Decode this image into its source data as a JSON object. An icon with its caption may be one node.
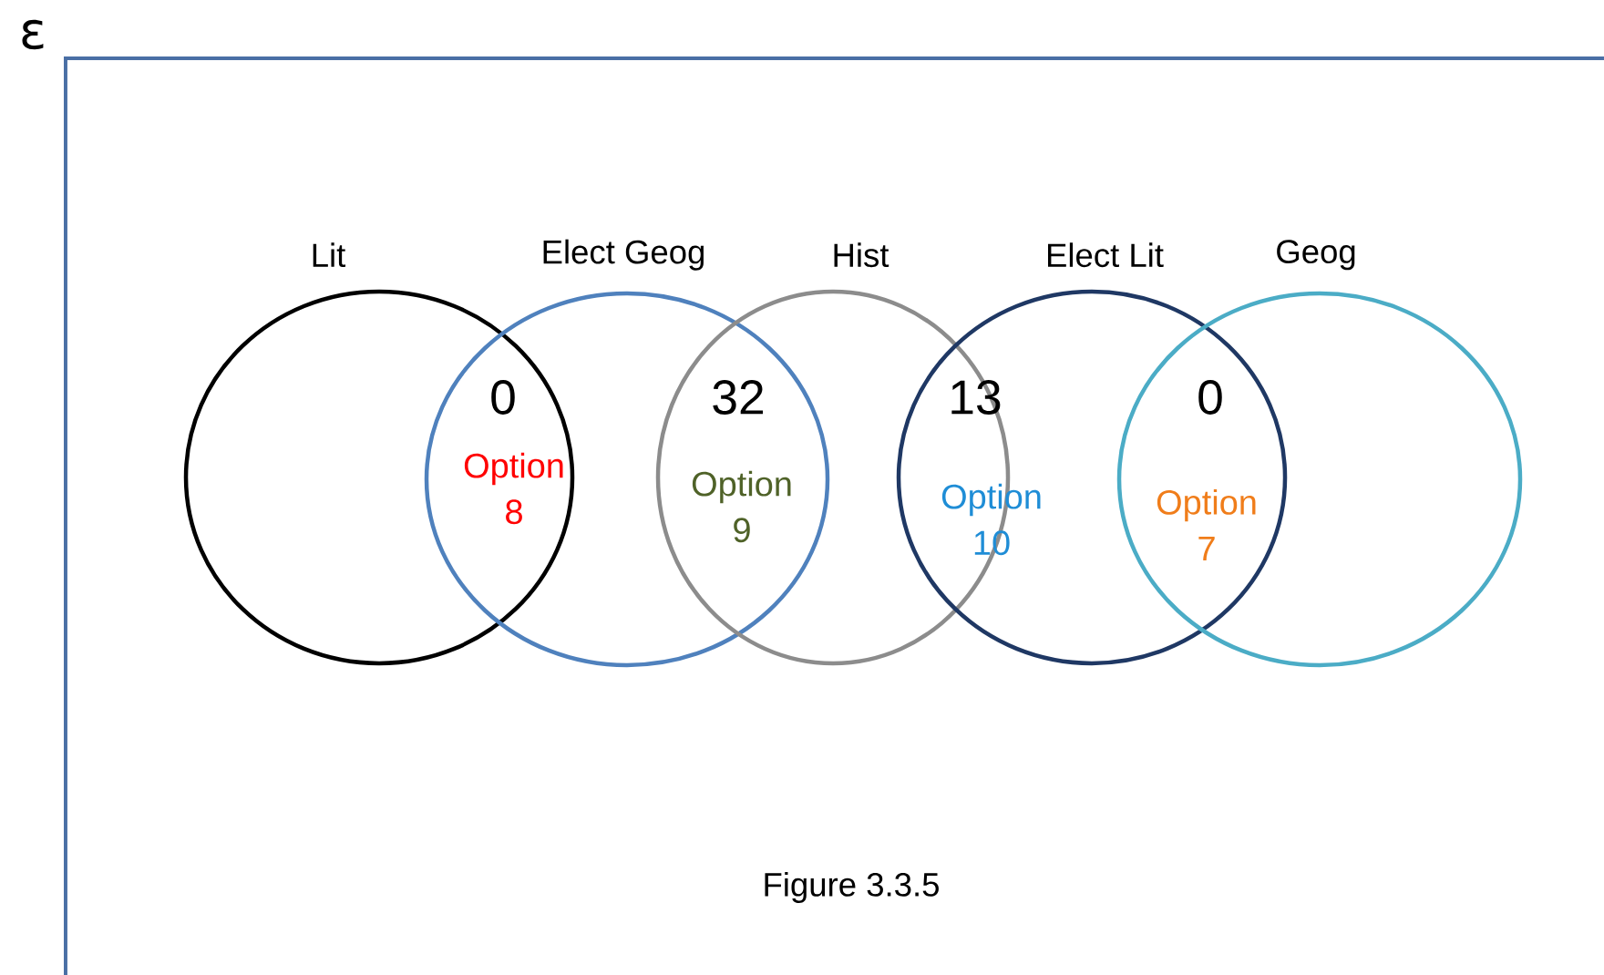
{
  "diagram": {
    "caption": "Figure 3.3.5",
    "nodes": [
      {
        "text": [
          "ε"
        ]
      },
      {
        "text": [
          "Lit"
        ],
        "in": 0
      },
      {
        "text": [
          "Elect Geog"
        ],
        "in": 0
      },
      {
        "text": [
          "Hist"
        ],
        "in": 0
      },
      {
        "text": [
          "Elect Lit"
        ],
        "in": 0
      },
      {
        "text": [
          "Geog"
        ],
        "in": 0
      }
    ],
    "labels": [
      "0",
      "Option 8",
      "32",
      "Option 9",
      "13",
      "Option 10",
      "0",
      "Option 7"
    ]
  }
}
